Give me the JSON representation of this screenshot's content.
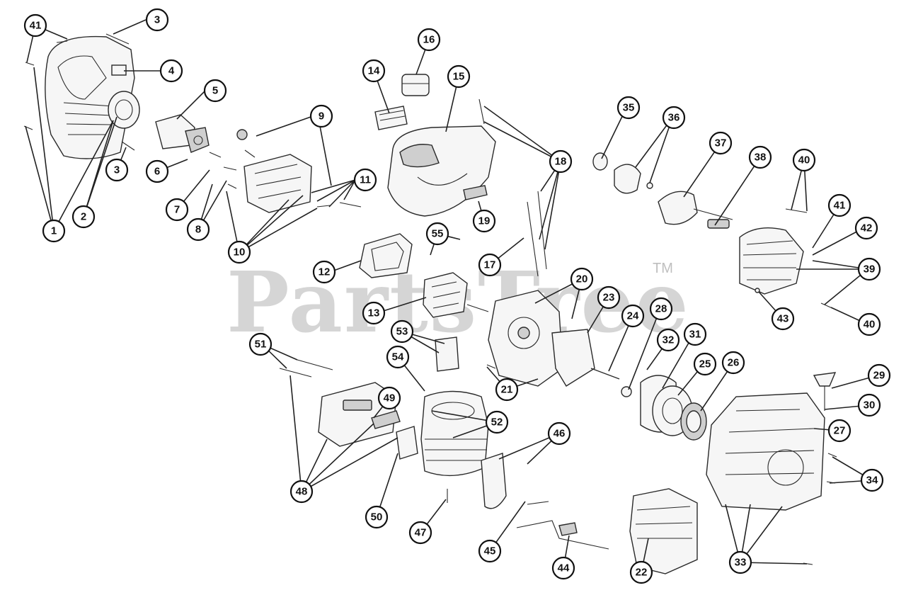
{
  "watermark": {
    "text": "PartsTree",
    "trademark": "TM"
  },
  "callouts": [
    {
      "number": "41"
    },
    {
      "number": "3"
    },
    {
      "number": "4"
    },
    {
      "number": "5"
    },
    {
      "number": "2"
    },
    {
      "number": "3"
    },
    {
      "number": "1"
    },
    {
      "number": "6"
    },
    {
      "number": "7"
    },
    {
      "number": "8"
    },
    {
      "number": "9"
    },
    {
      "number": "10"
    },
    {
      "number": "11"
    },
    {
      "number": "14"
    },
    {
      "number": "16"
    },
    {
      "number": "15"
    },
    {
      "number": "18"
    },
    {
      "number": "19"
    },
    {
      "number": "17"
    },
    {
      "number": "12"
    },
    {
      "number": "55"
    },
    {
      "number": "13"
    },
    {
      "number": "35"
    },
    {
      "number": "36"
    },
    {
      "number": "37"
    },
    {
      "number": "38"
    },
    {
      "number": "40"
    },
    {
      "number": "41"
    },
    {
      "number": "42"
    },
    {
      "number": "39"
    },
    {
      "number": "43"
    },
    {
      "number": "40"
    },
    {
      "number": "20"
    },
    {
      "number": "23"
    },
    {
      "number": "24"
    },
    {
      "number": "28"
    },
    {
      "number": "32"
    },
    {
      "number": "31"
    },
    {
      "number": "25"
    },
    {
      "number": "26"
    },
    {
      "number": "53"
    },
    {
      "number": "54"
    },
    {
      "number": "21"
    },
    {
      "number": "51"
    },
    {
      "number": "49"
    },
    {
      "number": "52"
    },
    {
      "number": "29"
    },
    {
      "number": "30"
    },
    {
      "number": "27"
    },
    {
      "number": "34"
    },
    {
      "number": "46"
    },
    {
      "number": "48"
    },
    {
      "number": "50"
    },
    {
      "number": "47"
    },
    {
      "number": "45"
    },
    {
      "number": "44"
    },
    {
      "number": "22"
    },
    {
      "number": "33"
    }
  ]
}
